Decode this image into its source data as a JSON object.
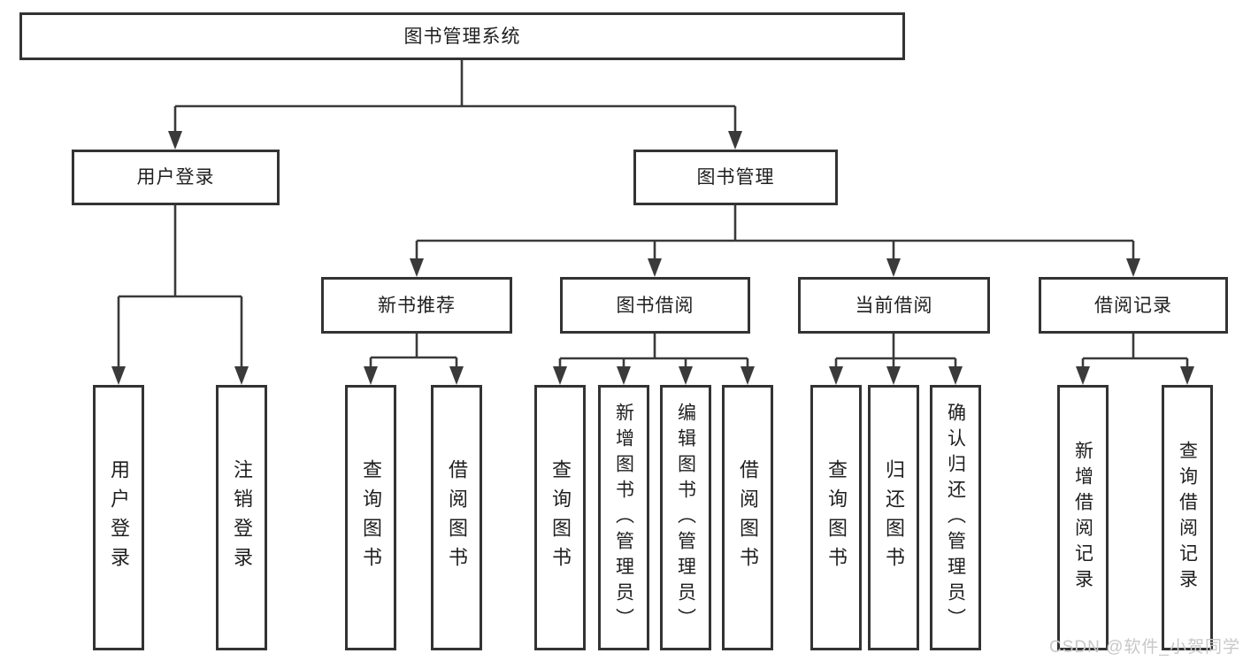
{
  "diagram": {
    "root": {
      "label": "图书管理系统"
    },
    "branches": [
      {
        "label": "用户登录",
        "children": [
          {
            "label": "用户登录"
          },
          {
            "label": "注销登录"
          }
        ]
      },
      {
        "label": "图书管理",
        "sections": [
          {
            "label": "新书推荐",
            "children": [
              {
                "label": "查询图书"
              },
              {
                "label": "借阅图书"
              }
            ]
          },
          {
            "label": "图书借阅",
            "children": [
              {
                "label": "查询图书"
              },
              {
                "label": "新增图书（管理员）"
              },
              {
                "label": "编辑图书（管理员）"
              },
              {
                "label": "借阅图书"
              }
            ]
          },
          {
            "label": "当前借阅",
            "children": [
              {
                "label": "查询图书"
              },
              {
                "label": "归还图书"
              },
              {
                "label": "确认归还（管理员）"
              }
            ]
          },
          {
            "label": "借阅记录",
            "children": [
              {
                "label": "新增借阅记录"
              },
              {
                "label": "查询借阅记录"
              }
            ]
          }
        ]
      }
    ],
    "watermark": "CSDN @软件_小贺同学",
    "colors": {
      "line": "#3a3a3a",
      "border": "#333333",
      "text": "#1f1f1f",
      "background": "#ffffff",
      "watermark": "#c8c8c8"
    }
  }
}
